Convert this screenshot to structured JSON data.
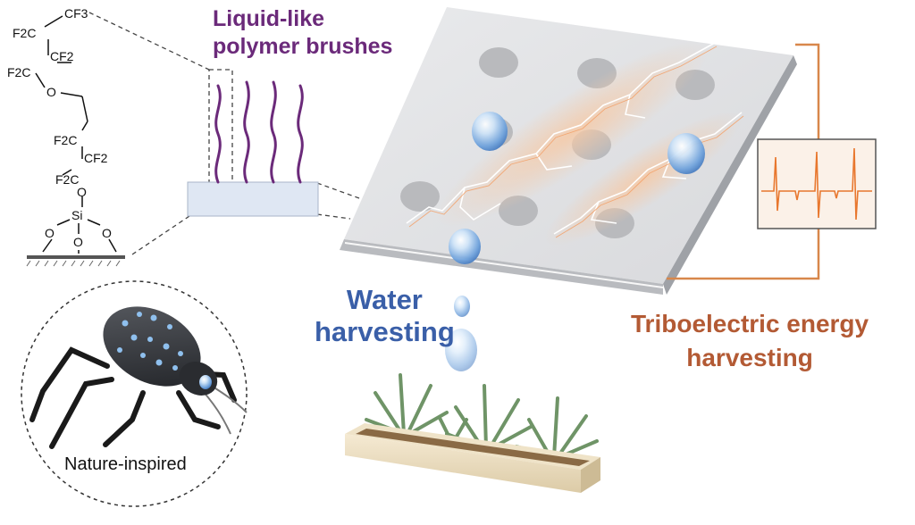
{
  "chem": {
    "cf3": "CF3",
    "f2c_1": "F2C",
    "cf2_1": "CF2",
    "f2c_2": "F2C",
    "o_1": "O",
    "f2c_3": "F2C",
    "cf2_2": "CF2",
    "f2c_4": "F2C",
    "o_2": "O",
    "si": "Si",
    "o_3": "O",
    "o_4": "O",
    "o_5": "O"
  },
  "labels": {
    "brushes_line1": "Liquid-like",
    "brushes_line2": "polymer brushes",
    "water_line1": "Water",
    "water_line2": "harvesting",
    "tribo_line1": "Triboelectric energy",
    "tribo_line2": "harvesting",
    "nature": "Nature-inspired"
  },
  "icons": [
    "fluoro-molecule-icon",
    "polymer-brush-icon",
    "surface-plate-icon",
    "water-droplet-icon",
    "beetle-icon",
    "plant-tray-icon",
    "voltage-signal-icon",
    "lightning-icon"
  ],
  "colors": {
    "brush": "#6b2a7a",
    "water": "#3a5fa8",
    "tribo": "#b35a34",
    "signal": "#e8772e",
    "plate": "#dcdde0",
    "spot": "#b9babd"
  }
}
